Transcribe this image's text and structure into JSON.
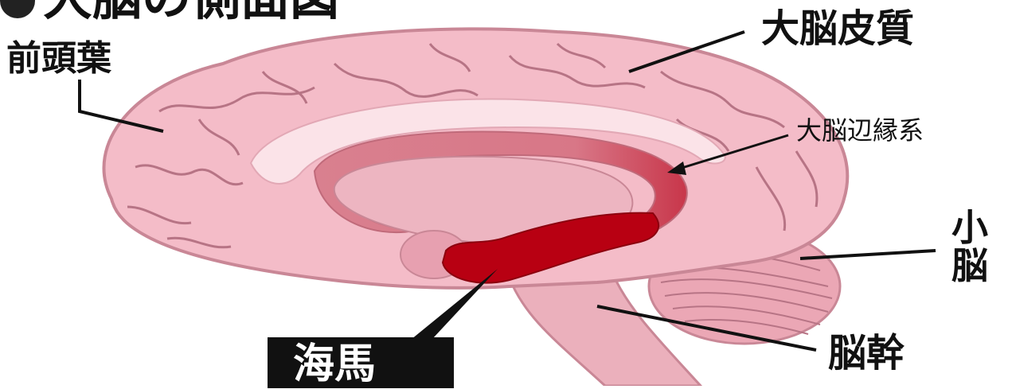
{
  "title": "大脳の側面図",
  "labels": {
    "frontal_lobe": "前頭葉",
    "cerebral_cortex": "大脳皮質",
    "limbic_system": "大脳辺縁系",
    "cerebellum": "小脳",
    "brainstem": "脳幹",
    "hippocampus": "海馬"
  },
  "colors": {
    "brain_fill": "#f4bcc8",
    "brain_outline": "#c98796",
    "sulci": "#b77485",
    "corpus_callosum": "#fbe3e8",
    "limbic_ring": "#d9808f",
    "thalamus": "#edb5c1",
    "hippocampus": "#b80012",
    "cerebellum": "#eba7b5",
    "brainstem": "#ebb0bc",
    "label_box": "#111111"
  }
}
